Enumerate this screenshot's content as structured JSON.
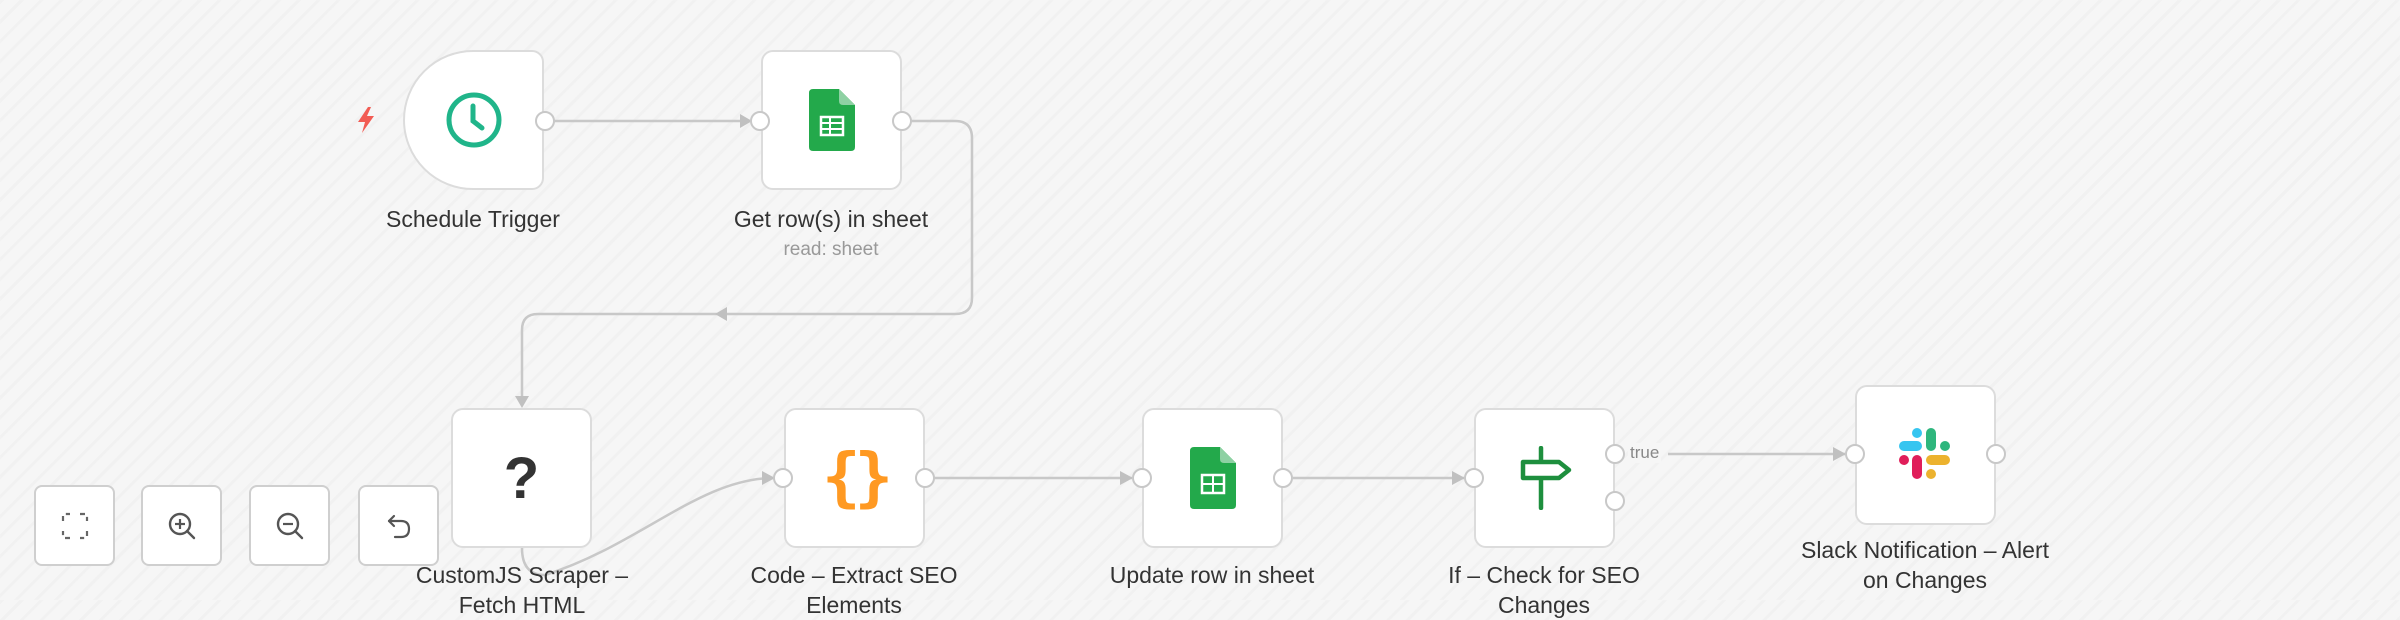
{
  "canvas": {
    "background": "#f6f6f6",
    "edge_color": "#c8c8c8"
  },
  "nodes": [
    {
      "id": "schedule-trigger",
      "label": "Schedule Trigger",
      "icon": "clock-icon",
      "icon_color": "#20b58a",
      "trigger": true
    },
    {
      "id": "get-rows",
      "label": "Get row(s) in sheet",
      "sublabel": "read: sheet",
      "icon": "google-sheets-icon",
      "icon_color": "#23a94b"
    },
    {
      "id": "customjs-scraper",
      "label_line1": "CustomJS Scraper –",
      "label_line2": "Fetch HTML",
      "icon": "question-mark-icon",
      "icon_text": "?"
    },
    {
      "id": "code-extract",
      "label_line1": "Code – Extract SEO",
      "label_line2": "Elements",
      "icon": "code-braces-icon",
      "icon_text": "{}",
      "icon_color": "#ff9922"
    },
    {
      "id": "update-row",
      "label": "Update row in sheet",
      "icon": "google-sheets-icon",
      "icon_color": "#23a94b"
    },
    {
      "id": "if-check",
      "label_line1": "If – Check for SEO",
      "label_line2": "Changes",
      "icon": "signpost-icon",
      "icon_color": "#1e8f3e",
      "output_true_label": "true"
    },
    {
      "id": "slack-notify",
      "label_line1": "Slack Notification – Alert",
      "label_line2": "on Changes",
      "icon": "slack-icon"
    }
  ],
  "trigger_badge": {
    "icon": "lightning-icon",
    "color": "#f25c54"
  },
  "controls": [
    {
      "name": "fit-view-button",
      "icon": "fullscreen-icon"
    },
    {
      "name": "zoom-in-button",
      "icon": "zoom-in-icon"
    },
    {
      "name": "zoom-out-button",
      "icon": "zoom-out-icon"
    },
    {
      "name": "reset-zoom-button",
      "icon": "undo-icon"
    }
  ]
}
